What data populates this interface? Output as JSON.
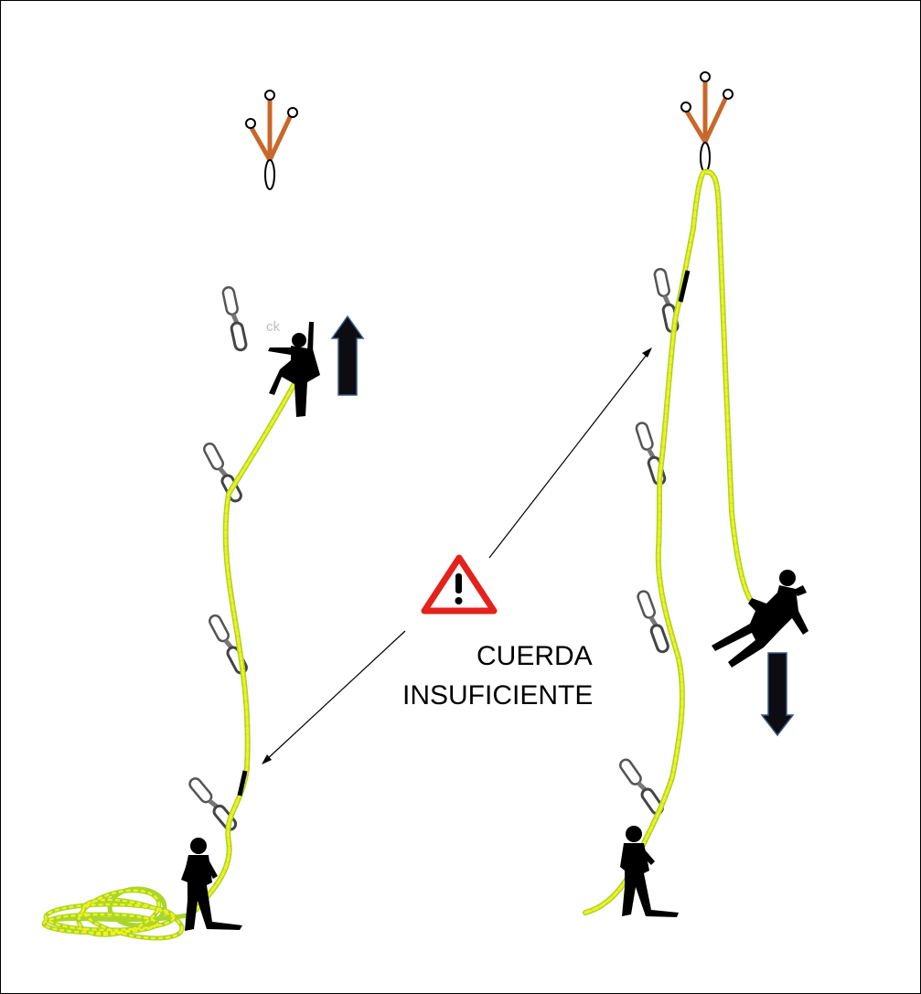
{
  "warning": {
    "line1": "CUERDA",
    "line2": "INSUFICIENTE",
    "icon": "warning-triangle-icon"
  },
  "watermark": "ck",
  "colors": {
    "rope_yellow": "#f4f01e",
    "rope_green": "#a8d62a",
    "anchor": "#c8682a",
    "warning_red": "#e3221b",
    "arrow_fill": "#0c0c12",
    "arrow_edge": "#3a5a80",
    "carabiner": "#555555"
  },
  "icons": {
    "anchor": "anchor-icon",
    "quickdraw": "quickdraw-icon",
    "climber": "climber-silhouette-icon",
    "belayer": "belayer-silhouette-icon",
    "direction_up": "arrow-up-icon",
    "direction_down": "arrow-down-icon"
  }
}
